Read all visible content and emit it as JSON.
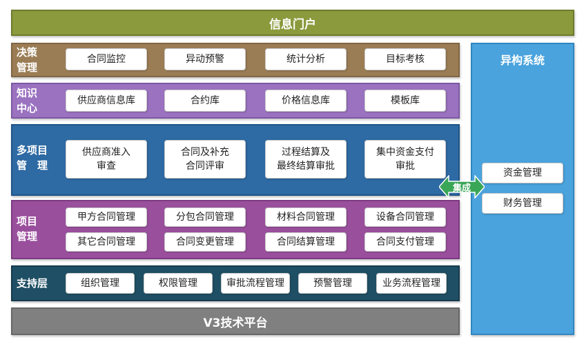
{
  "top_bar": "信息门户",
  "bottom_bar": "V3技术平台",
  "integration_label": "集成",
  "external": {
    "title": "异构系统",
    "items": [
      "资金管理",
      "财务管理"
    ]
  },
  "layers": [
    {
      "title": "决策\n管理",
      "items": [
        "合同监控",
        "异动预警",
        "统计分析",
        "目标考核"
      ]
    },
    {
      "title": "知识\n中心",
      "items": [
        "供应商信息库",
        "合约库",
        "价格信息库",
        "模板库"
      ]
    },
    {
      "title": "多项目\n管　理",
      "items": [
        "供应商准入\n审查",
        "合同及补充\n合同评审",
        "过程结算及\n最终结算审批",
        "集中资金支付\n审批"
      ]
    },
    {
      "title": "项目\n管理",
      "items": [
        "甲方合同管理",
        "分包合同管理",
        "材料合同管理",
        "设备合同管理",
        "其它合同管理",
        "合同变更管理",
        "合同结算管理",
        "合同支付管理"
      ]
    },
    {
      "title": "支持层",
      "items": [
        "组织管理",
        "权限管理",
        "审批流程管理",
        "预警管理",
        "业务流程管理"
      ]
    }
  ],
  "colors": {
    "top_bar": "#8a9a3c",
    "decision": "#9b7d55",
    "knowledge": "#9a72c0",
    "multi_project": "#2e6aa3",
    "project": "#9a4f9d",
    "support": "#1f4f64",
    "platform": "#808080",
    "external": "#4aa3dd",
    "integration_arrow": "#3aa657"
  }
}
